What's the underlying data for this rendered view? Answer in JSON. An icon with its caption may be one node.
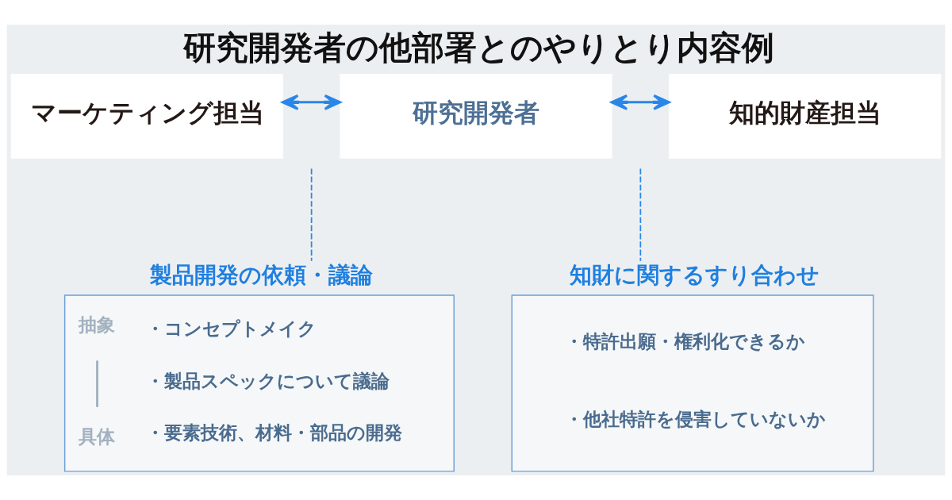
{
  "diagram": {
    "title": "研究開発者の他部署とのやりとり内容例",
    "nodes": [
      {
        "text": [
          "マーケティング担当"
        ]
      },
      {
        "text": [
          "研究開発者"
        ]
      },
      {
        "text": [
          "知的財産担当"
        ]
      },
      {
        "text": [
          "製品開発の依頼・議論",
          "抽象",
          "具体",
          "・コンセプトメイク",
          "・製品スペックについて議論",
          "・要素技術、材料・部品の開発"
        ]
      },
      {
        "text": [
          "知財に関するすり合わせ",
          "・特許出願・権利化できるか",
          "・他社特許を侵害していないか"
        ]
      }
    ],
    "edges": [
      {
        "from": 0,
        "to": 1,
        "arrow": "both"
      },
      {
        "from": 1,
        "to": 2,
        "arrow": "both"
      },
      {
        "from": null,
        "to": 3,
        "arrow": "none",
        "style": "dashed"
      },
      {
        "from": null,
        "to": 4,
        "arrow": "none",
        "style": "dashed"
      }
    ]
  }
}
